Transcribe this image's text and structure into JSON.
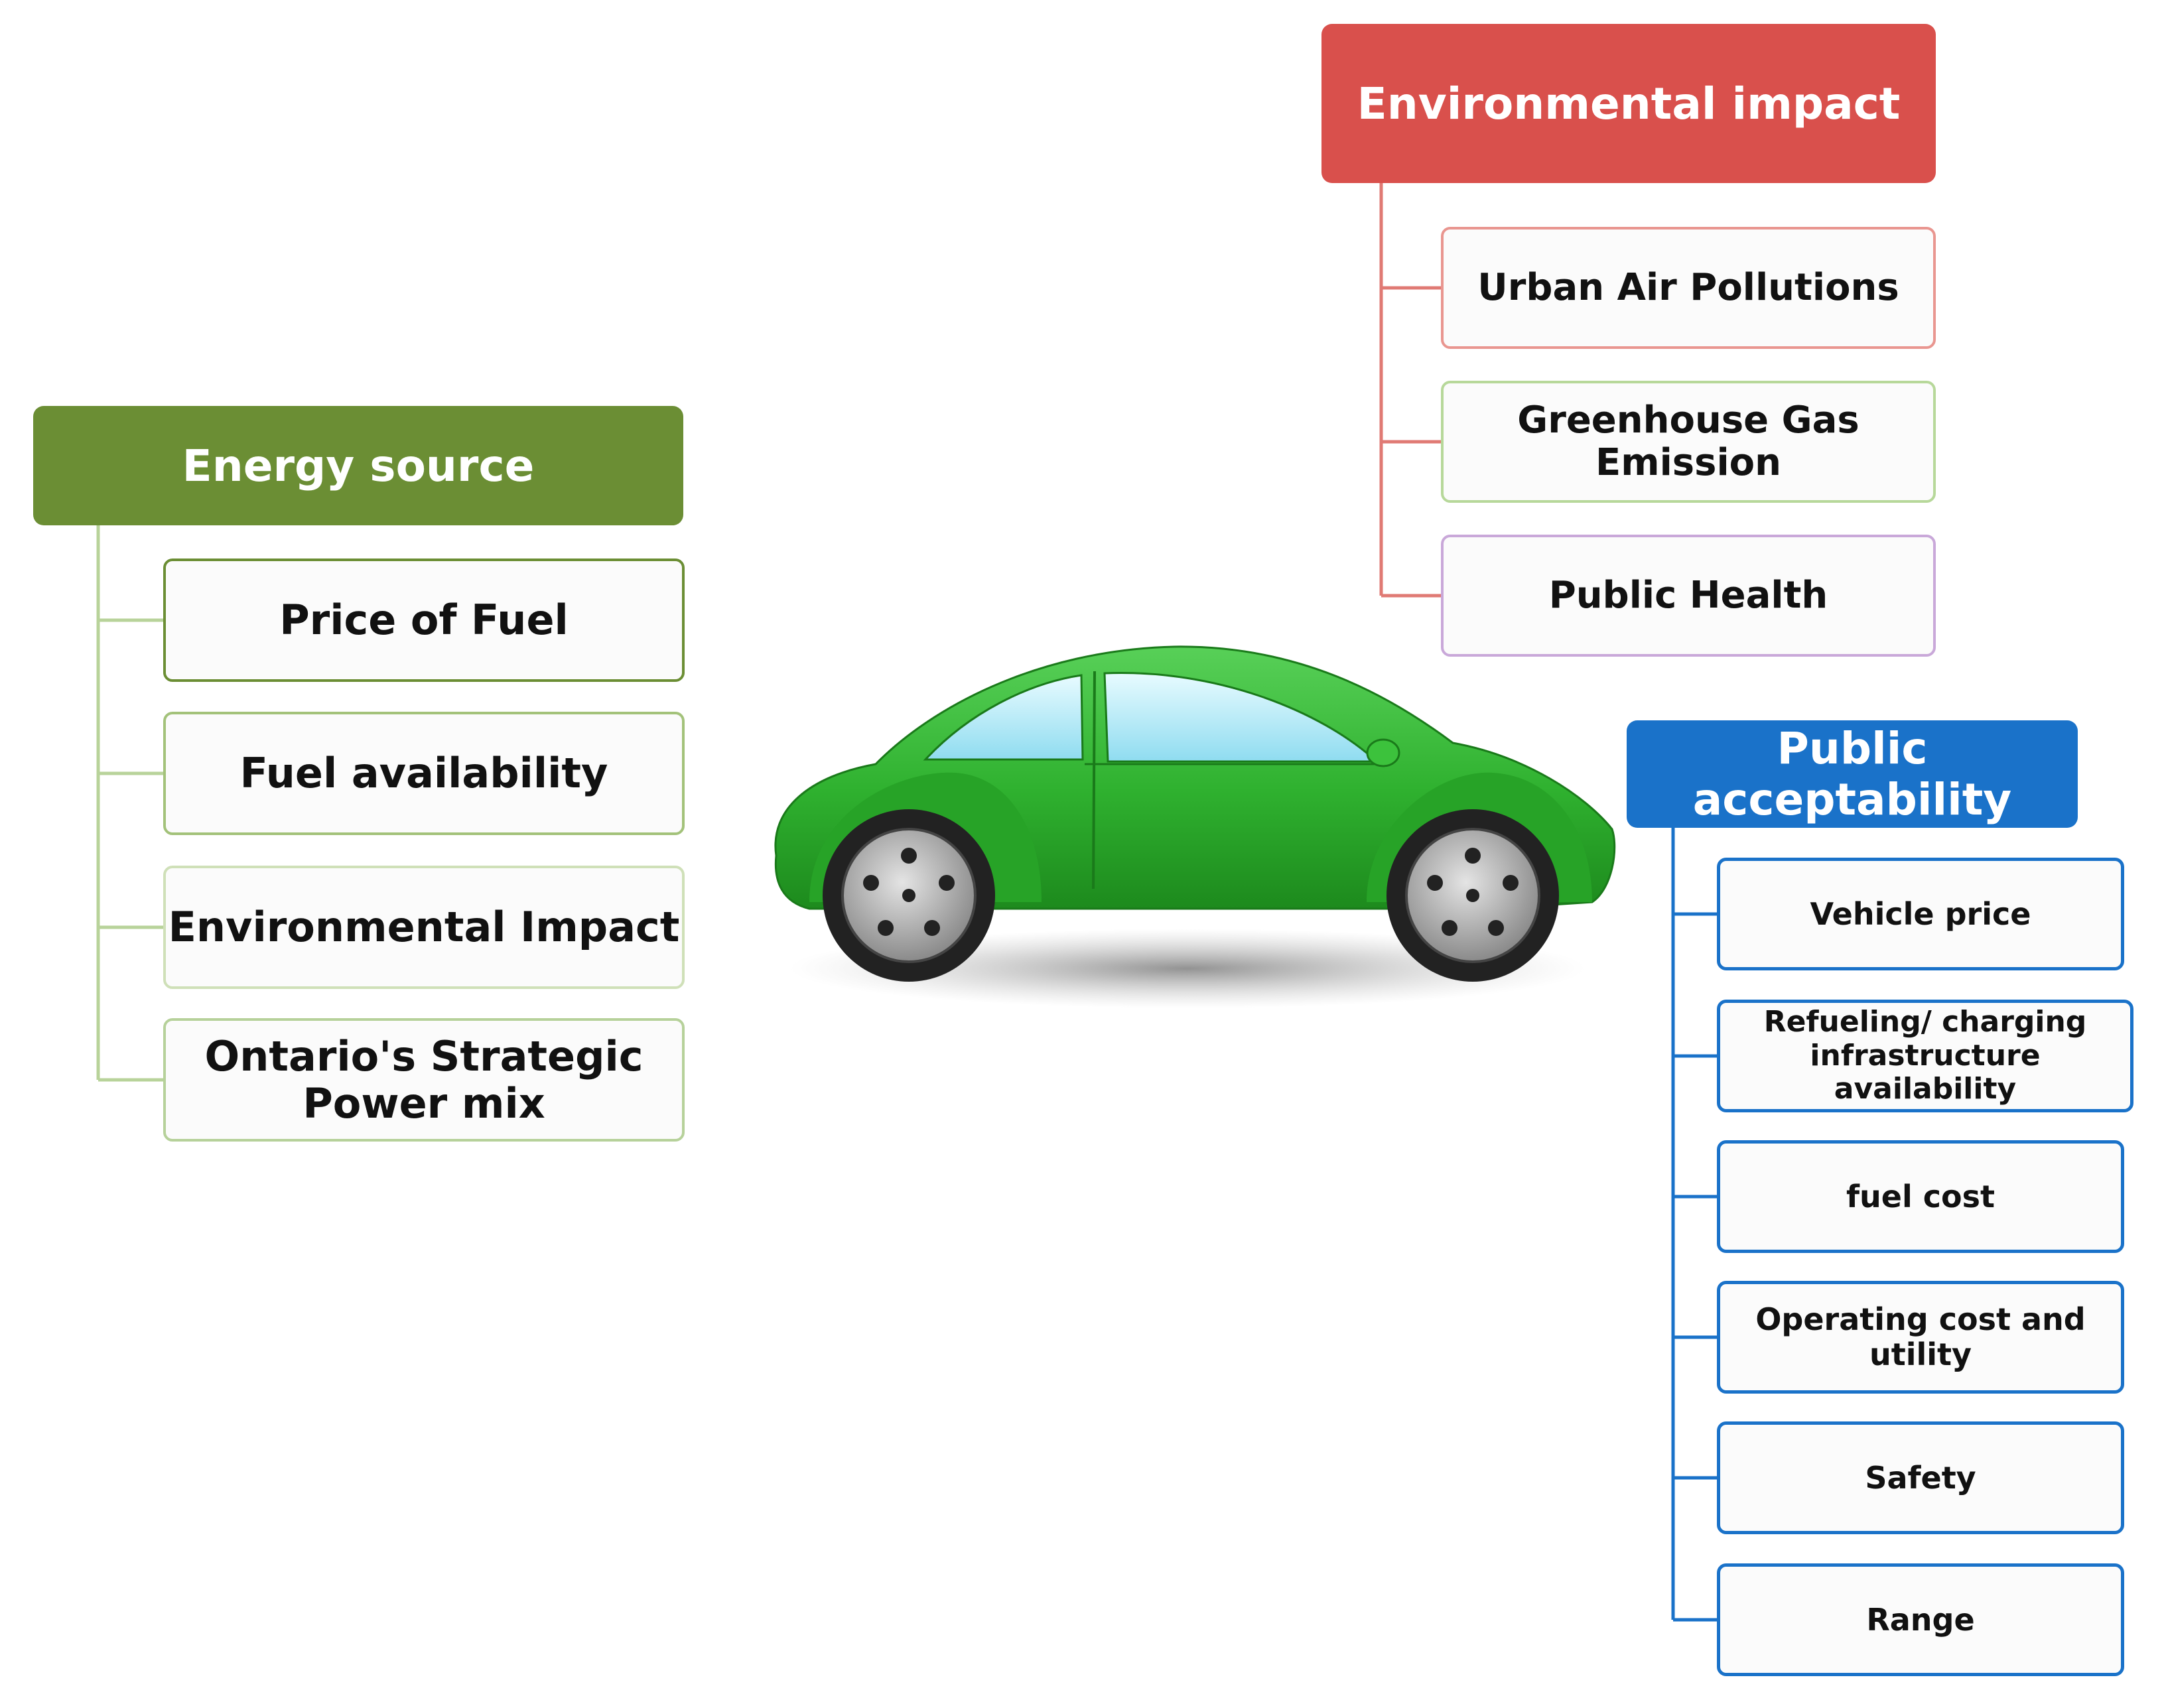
{
  "energy_source": {
    "title": "Energy source",
    "items": [
      "Price of Fuel",
      "Fuel availability",
      "Environmental Impact",
      "Ontario's Strategic Power mix"
    ]
  },
  "environmental_impact": {
    "title": "Environmental impact",
    "items": [
      "Urban Air Pollutions",
      "Greenhouse Gas Emission",
      "Public Health"
    ]
  },
  "public_acceptability": {
    "title": "Public acceptability",
    "items": [
      "Vehicle price",
      "Refueling/ charging infrastructure availability",
      "fuel cost",
      "Operating cost and utility",
      "Safety",
      "Range"
    ]
  },
  "colors": {
    "energy": "#6b8e34",
    "environment": "#d9504c",
    "public": "#1a72c9",
    "car_body": "#2fb12f"
  },
  "icons": {
    "center": "car-icon"
  }
}
